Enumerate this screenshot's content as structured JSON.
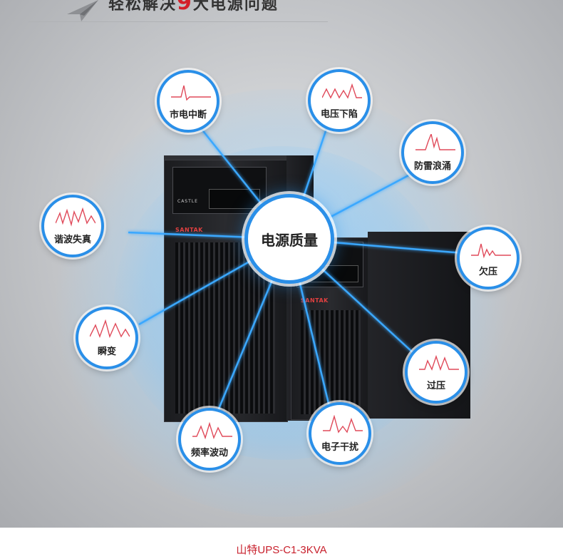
{
  "header": {
    "title_prefix": "轻松解决",
    "title_number": "9",
    "title_suffix": "大电源问题"
  },
  "center": {
    "label": "电源质量"
  },
  "bubbles": [
    {
      "id": "power-outage",
      "label": "市电中断"
    },
    {
      "id": "voltage-sag",
      "label": "电压下陷"
    },
    {
      "id": "lightning",
      "label": "防雷浪涌"
    },
    {
      "id": "harmonic-distortion",
      "label": "谐波失真"
    },
    {
      "id": "undervoltage",
      "label": "欠压"
    },
    {
      "id": "transient",
      "label": "瞬变"
    },
    {
      "id": "overvoltage",
      "label": "过压"
    },
    {
      "id": "frequency-fluctuation",
      "label": "频率波动"
    },
    {
      "id": "electronic-interference",
      "label": "电子干扰"
    }
  ],
  "product": {
    "brand_large": "SANTAK",
    "brand_small": "SANTAK",
    "panel_text": "CASTLE"
  },
  "caption": "山特UPS-C1-3KVA",
  "colors": {
    "accent_blue": "#2a8fe8",
    "wave_red": "#e04a5a",
    "caption_red": "#c8202c"
  }
}
